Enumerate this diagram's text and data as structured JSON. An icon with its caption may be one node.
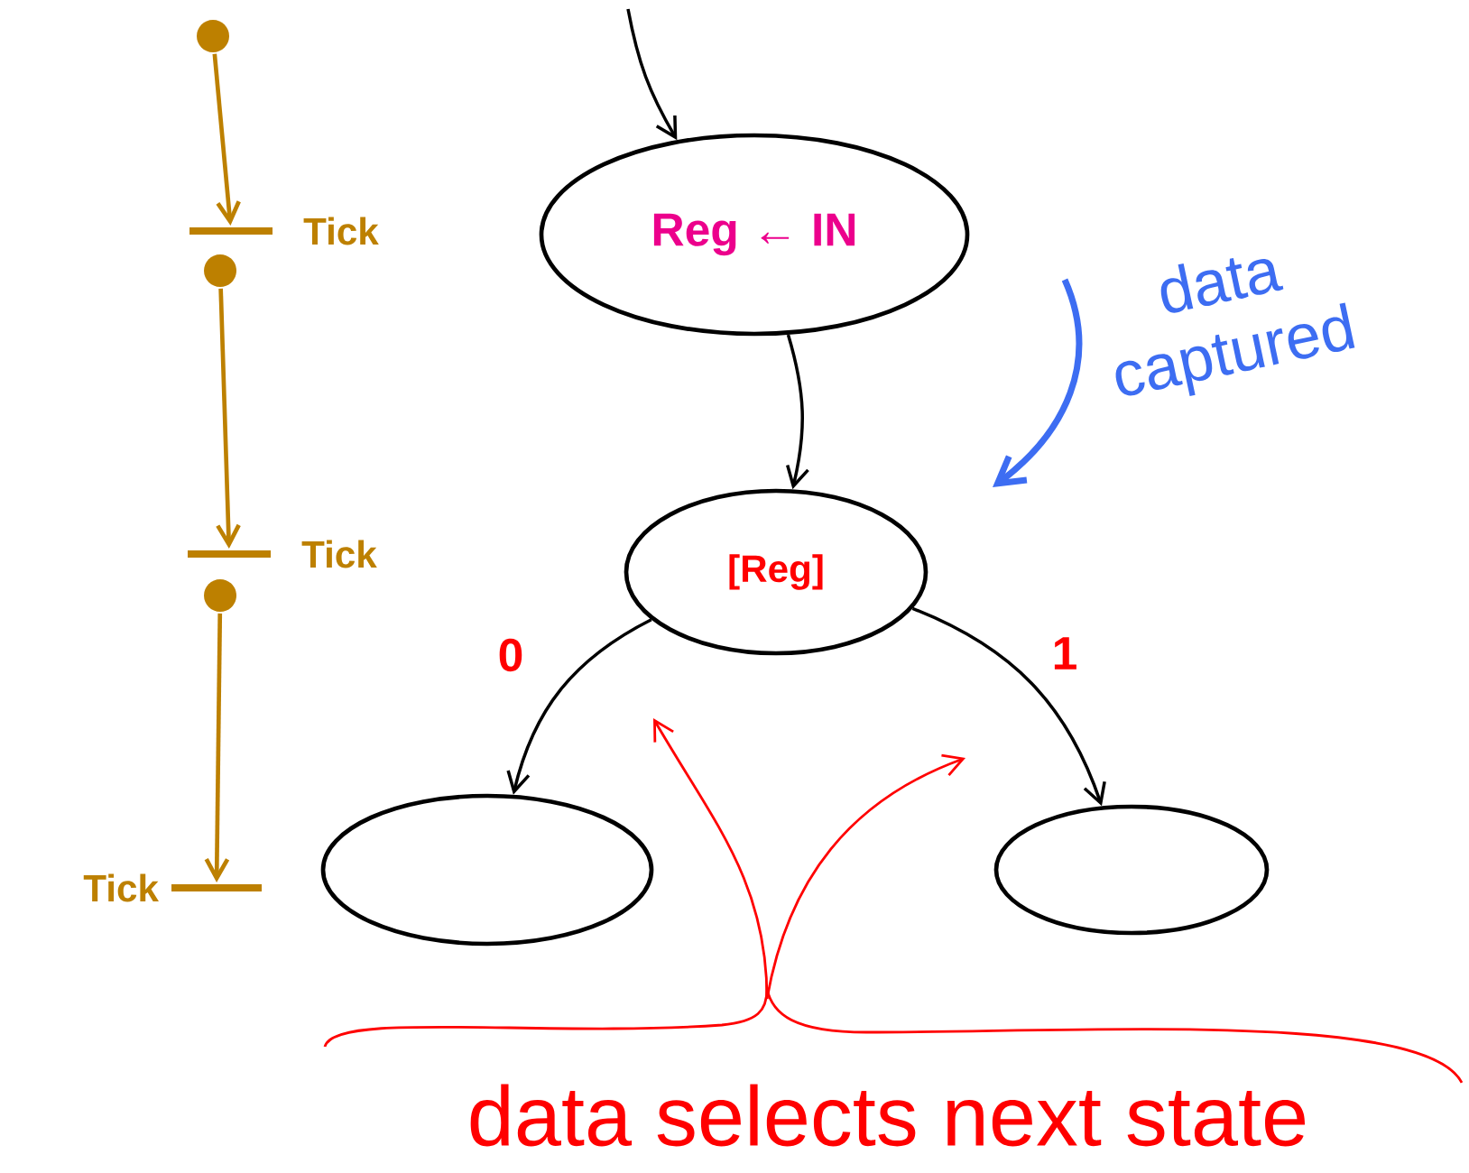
{
  "diagram": {
    "nodes": [
      {
        "text": [
          "Reg ← IN"
        ]
      },
      {
        "text": [
          "[Reg]"
        ]
      },
      {
        "text": [],
        "shape": "ellipse"
      },
      {
        "text": [],
        "shape": "ellipse"
      },
      {
        "text": [],
        "shape": "circle"
      },
      {
        "text": [],
        "shape": "bar",
        "beside": [
          "Tick"
        ]
      },
      {
        "text": [],
        "shape": "circle"
      },
      {
        "text": [],
        "shape": "bar",
        "beside": [
          "Tick"
        ]
      },
      {
        "text": [],
        "shape": "circle"
      },
      {
        "text": [],
        "shape": "bar",
        "beside": [
          "Tick"
        ]
      },
      {
        "text": [
          "data selects next state"
        ]
      }
    ],
    "edges": [
      {
        "from": null,
        "to": 0,
        "arrow": "to"
      },
      {
        "from": 0,
        "to": 1,
        "arrow": "to"
      },
      {
        "from": 1,
        "to": 2,
        "arrow": "to",
        "label": "0"
      },
      {
        "from": 1,
        "to": 3,
        "arrow": "to",
        "label": "1"
      },
      {
        "from": 4,
        "to": 5,
        "arrow": "to",
        "color": "#bd8000"
      },
      {
        "from": 6,
        "to": 7,
        "arrow": "to",
        "color": "#bd8000"
      },
      {
        "from": 8,
        "to": 9,
        "arrow": "to",
        "color": "#bd8000"
      },
      {
        "from": 10,
        "to": null,
        "arrow": "to",
        "color": "#ff0000"
      },
      {
        "from": 10,
        "to": null,
        "arrow": "to",
        "color": "#ff0000"
      }
    ],
    "labels": [
      "data captured"
    ]
  }
}
